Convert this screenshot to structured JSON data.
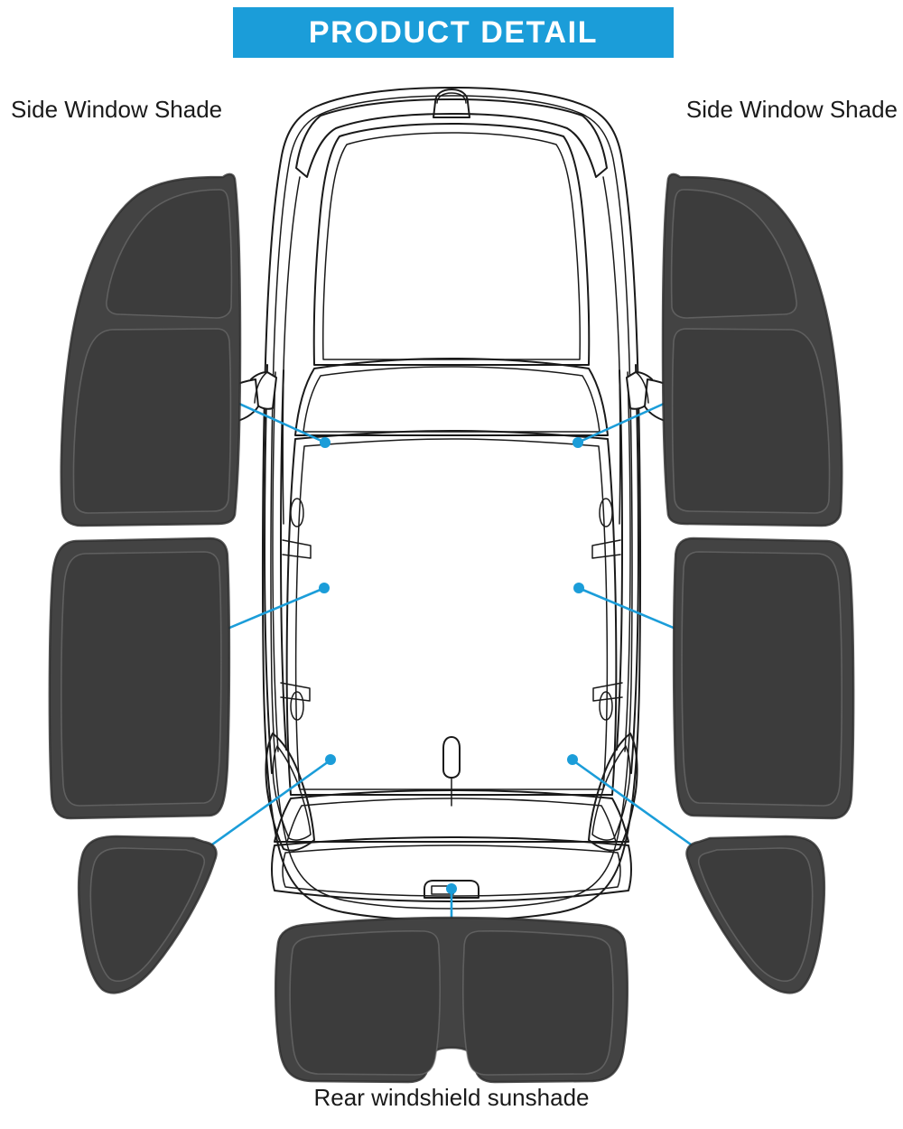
{
  "banner": {
    "title": "PRODUCT DETAIL",
    "background_color": "#1b9dd9",
    "text_color": "#ffffff"
  },
  "labels": {
    "left_side": "Side Window Shade",
    "right_side": "Side Window Shade",
    "bottom": "Rear windshield sunshade"
  },
  "colors": {
    "accent": "#1b9dd9",
    "shade_fill": "#434343",
    "shade_inner": "#3c3c3c",
    "shade_outline": "#6e6e6e",
    "line_art": "#1a1a1a",
    "background": "#ffffff"
  },
  "diagram": {
    "vehicle_view": "top-down car outline",
    "vehicle_features": [
      "roof antenna",
      "left side mirror",
      "right side mirror",
      "windshield",
      "rear window",
      "front hood",
      "front bumper"
    ],
    "callouts": [
      {
        "id": "callout-rear-left-window",
        "target": "left rear side window",
        "side": "left"
      },
      {
        "id": "callout-rear-right-window",
        "target": "right rear side window",
        "side": "right"
      },
      {
        "id": "callout-front-left-window",
        "target": "left front side window",
        "side": "left"
      },
      {
        "id": "callout-front-right-window",
        "target": "right front side window",
        "side": "right"
      },
      {
        "id": "callout-left-quarter",
        "target": "left quarter window",
        "side": "left"
      },
      {
        "id": "callout-right-quarter",
        "target": "right quarter window",
        "side": "right"
      },
      {
        "id": "callout-rear-windshield",
        "target": "rear windshield",
        "side": "bottom"
      }
    ]
  },
  "shades": [
    {
      "id": "shade-left-rear",
      "name": "Left rear side window shade",
      "shape": "tapered-panel",
      "panels": 2
    },
    {
      "id": "shade-left-front",
      "name": "Left front side window shade",
      "shape": "rounded-rect",
      "panels": 1
    },
    {
      "id": "shade-left-quarter",
      "name": "Left quarter window shade",
      "shape": "rounded-triangle",
      "panels": 1
    },
    {
      "id": "shade-right-rear",
      "name": "Right rear side window shade",
      "shape": "tapered-panel",
      "panels": 2
    },
    {
      "id": "shade-right-front",
      "name": "Right front side window shade",
      "shape": "rounded-rect",
      "panels": 1
    },
    {
      "id": "shade-right-quarter",
      "name": "Right quarter window shade",
      "shape": "rounded-triangle",
      "panels": 1
    },
    {
      "id": "shade-rear-windshield",
      "name": "Rear windshield sunshade",
      "shape": "wide-double-panel",
      "panels": 2
    }
  ]
}
